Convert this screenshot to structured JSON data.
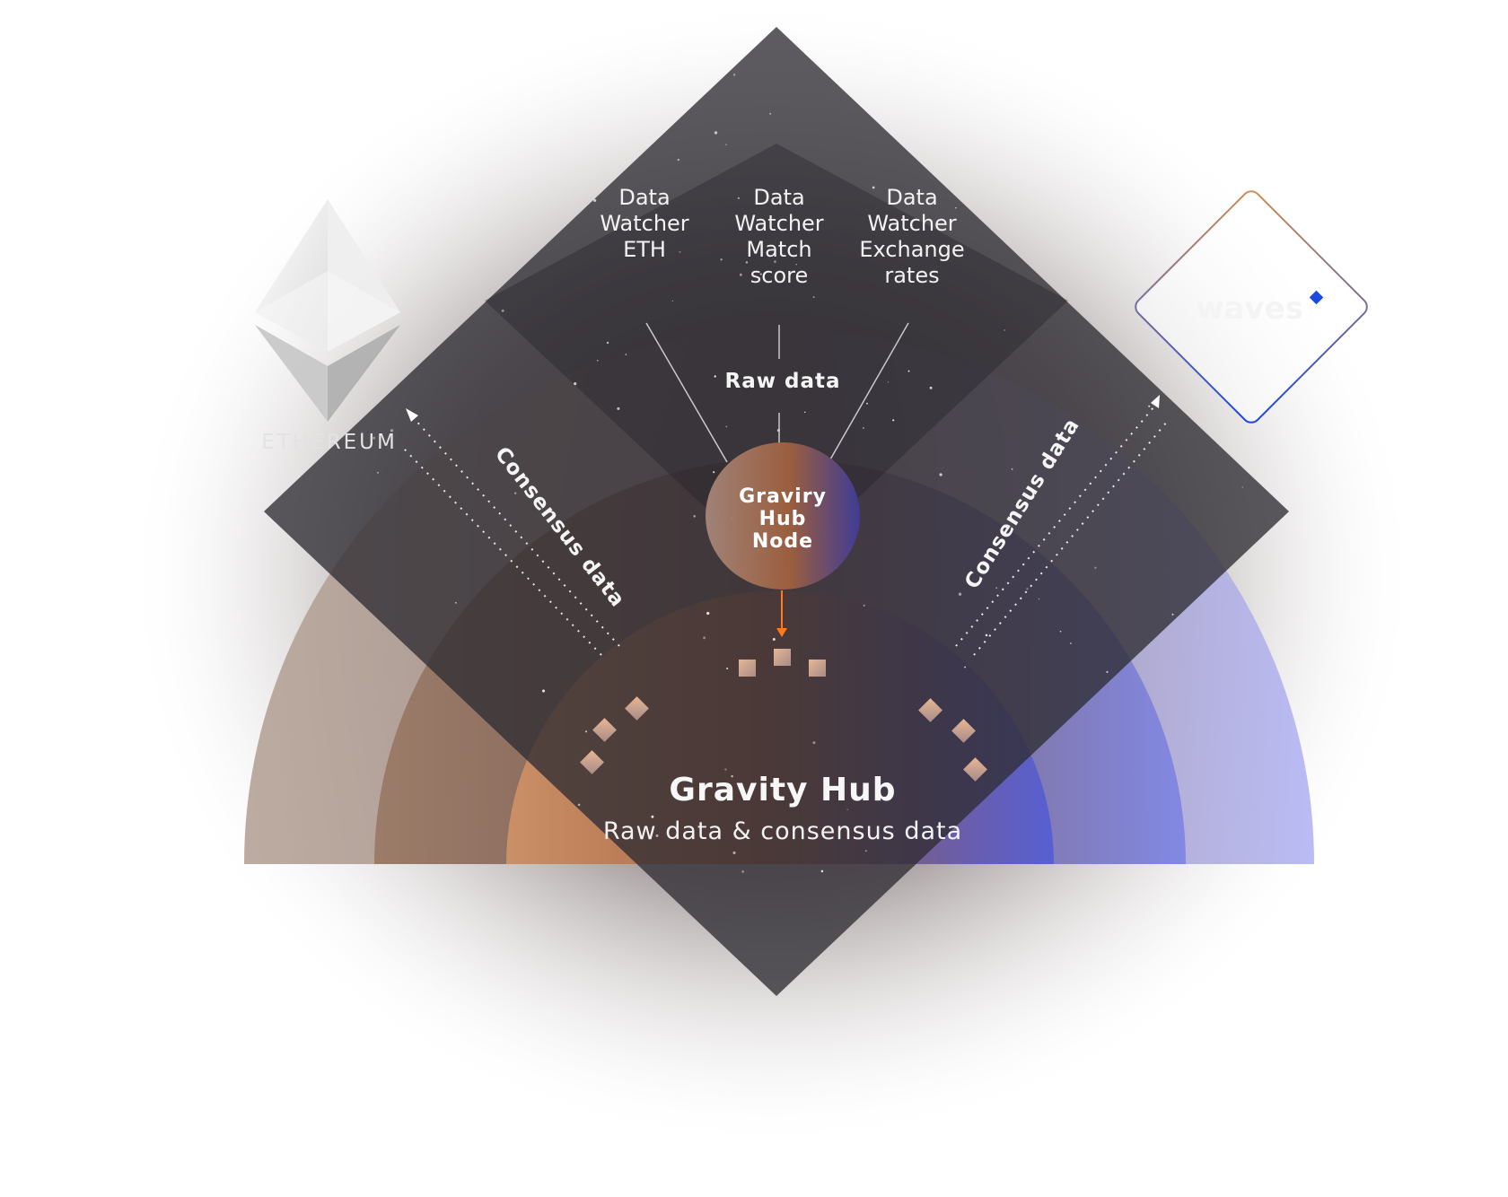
{
  "diagram": {
    "hub_title": "Gravity Hub",
    "hub_subtitle": "Raw data & consensus data",
    "node_label": [
      "Graviry",
      "Hub",
      "Node"
    ],
    "raw_data_label": "Raw data",
    "consensus_left": "Consensus data",
    "consensus_right": "Consensus data",
    "watchers": [
      {
        "lines": [
          "Data",
          "Watcher",
          "ETH"
        ]
      },
      {
        "lines": [
          "Data",
          "Watcher",
          "Match",
          "score"
        ]
      },
      {
        "lines": [
          "Data",
          "Watcher",
          "Exchange",
          "rates"
        ]
      }
    ],
    "ethereum_label": "ETHEREUM",
    "waves_label": "waves"
  },
  "colors": {
    "diamond": "#3f3c42",
    "warm_accent": "#c9875a",
    "cool_accent": "#5c6bde",
    "arrow": "#ff7a1a",
    "waves_blue": "#1b4ae0"
  },
  "icons": {
    "ethereum": "ethereum-logo-icon",
    "waves": "waves-logo-icon"
  }
}
